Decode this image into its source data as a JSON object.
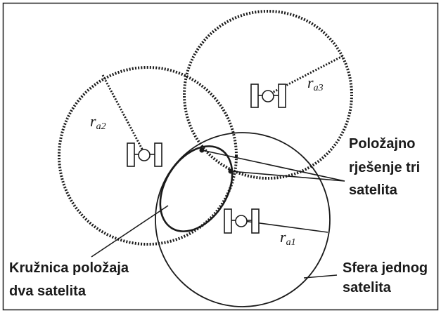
{
  "labels": {
    "position_solution": [
      "Položajno",
      "rješenje tri",
      "satelita"
    ],
    "position_circle": [
      "Kružnica položaja",
      "dva satelita"
    ],
    "single_sphere": [
      "Sfera jednog",
      "satelita"
    ]
  },
  "radii": {
    "a1": {
      "main": "r",
      "sub": "a1"
    },
    "a2": {
      "main": "r",
      "sub": "a2"
    },
    "a3": {
      "main": "r",
      "sub": "a3"
    }
  },
  "satellites": [
    {
      "id": "satellite-1",
      "icon": "satellite-icon"
    },
    {
      "id": "satellite-2",
      "icon": "satellite-icon"
    },
    {
      "id": "satellite-3",
      "icon": "satellite-icon"
    }
  ],
  "colors": {
    "stroke": "#1a1a1a",
    "background": "#ffffff"
  }
}
